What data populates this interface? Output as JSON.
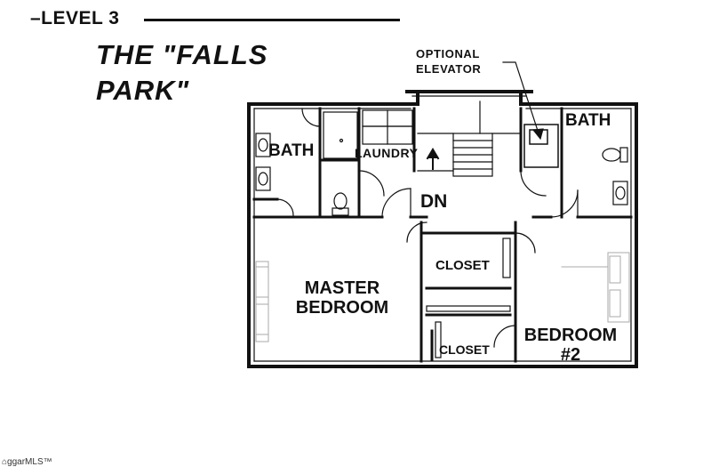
{
  "header": {
    "level_title": "–LEVEL 3",
    "plan_name_line1": "THE \"FALLS",
    "plan_name_line2": "PARK\""
  },
  "annotations": {
    "elevator_line1": "OPTIONAL",
    "elevator_line2": "ELEVATOR"
  },
  "rooms": {
    "bath_left": "BATH",
    "laundry": "LAUNDRY",
    "bath_right": "BATH",
    "stairs_down": "DN",
    "closet_upper": "CLOSET",
    "closet_lower": "CLOSET",
    "master_line1": "MASTER",
    "master_line2": "BEDROOM",
    "bedroom2_line1": "BEDROOM",
    "bedroom2_line2": "#2"
  },
  "footer": {
    "watermark": "ggarMLS™"
  }
}
